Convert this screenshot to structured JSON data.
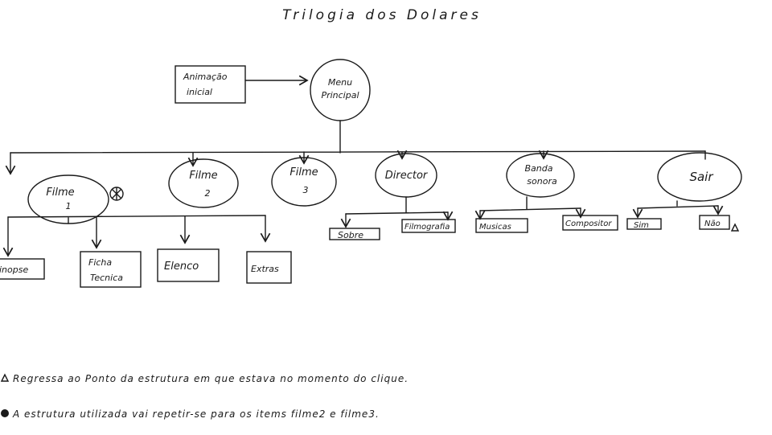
{
  "title": "Trilogia dos Dolares",
  "intro": {
    "line1": "Animação",
    "line2": "inicial"
  },
  "menu": {
    "line1": "Menu",
    "line2": "Principal"
  },
  "nodes": {
    "filme1": {
      "line1": "Filme",
      "line2": "1"
    },
    "filme2": {
      "line1": "Filme",
      "line2": "2"
    },
    "filme3": {
      "line1": "Filme",
      "line2": "3"
    },
    "director": "Director",
    "banda": {
      "line1": "Banda",
      "line2": "sonora"
    },
    "sair": "Sair"
  },
  "filme1_children": {
    "sinopse": "Sinopse",
    "ficha": {
      "line1": "Ficha",
      "line2": "Tecnica"
    },
    "elenco": "Elenco",
    "extras": "Extras"
  },
  "director_children": {
    "sobre": "Sobre",
    "filmografia": "Filmografia"
  },
  "banda_children": {
    "musicas": "Musicas",
    "compositor": "Compositor"
  },
  "sair_children": {
    "sim": "Sim",
    "nao": "Não"
  },
  "notes": {
    "triangle": "Regressa ao Ponto da estrutura em que estava no momento do clique.",
    "asterisk": "A estrutura utilizada vai repetir-se para os items filme2 e filme3."
  }
}
